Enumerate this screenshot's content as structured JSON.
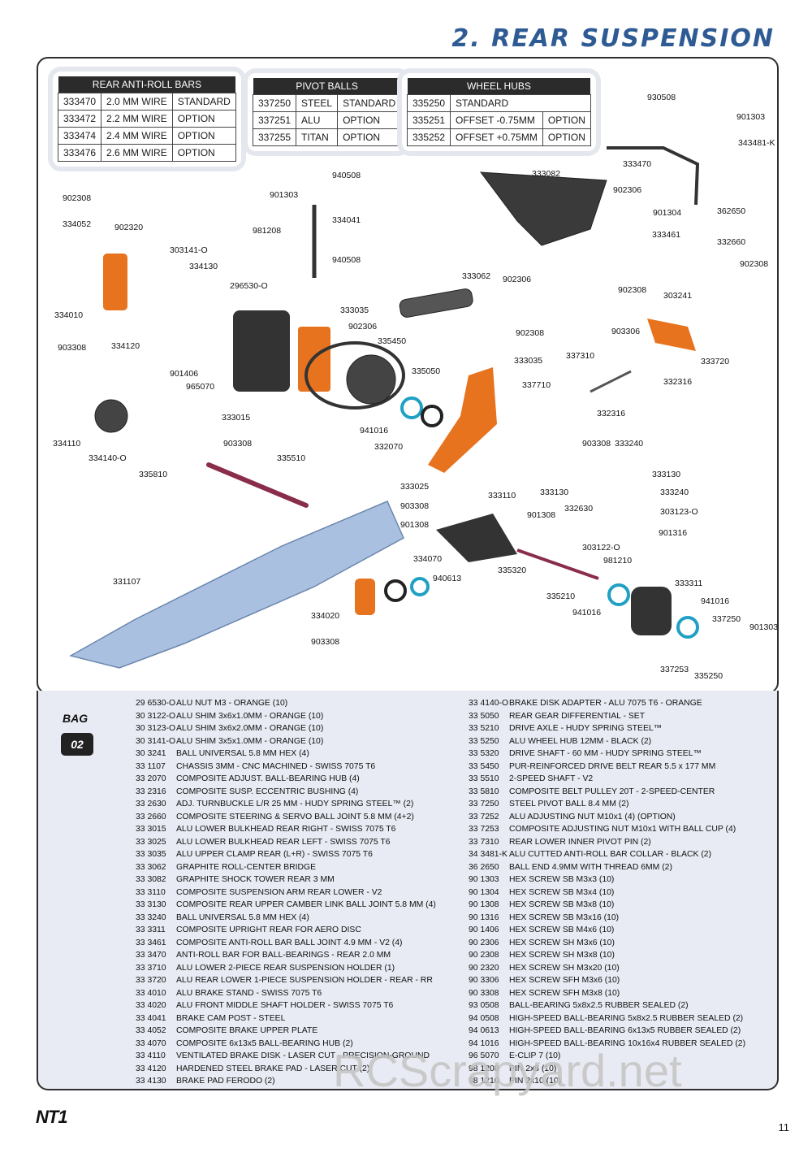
{
  "header": {
    "title": "2. REAR SUSPENSION"
  },
  "tables": {
    "anti_roll_bars": {
      "heading": "REAR ANTI-ROLL BARS",
      "rows": [
        [
          "333470",
          "2.0 MM WIRE",
          "STANDARD"
        ],
        [
          "333472",
          "2.2 MM WIRE",
          "OPTION"
        ],
        [
          "333474",
          "2.4 MM WIRE",
          "OPTION"
        ],
        [
          "333476",
          "2.6 MM WIRE",
          "OPTION"
        ]
      ]
    },
    "pivot_balls": {
      "heading": "PIVOT BALLS",
      "rows": [
        [
          "337250",
          "STEEL",
          "STANDARD"
        ],
        [
          "337251",
          "ALU",
          "OPTION"
        ],
        [
          "337255",
          "TITAN",
          "OPTION"
        ]
      ]
    },
    "wheel_hubs": {
      "heading": "WHEEL HUBS",
      "rows": [
        [
          "335250",
          "STANDARD",
          ""
        ],
        [
          "335251",
          "OFFSET -0.75MM",
          "OPTION"
        ],
        [
          "335252",
          "OFFSET +0.75MM",
          "OPTION"
        ]
      ]
    }
  },
  "callouts": [
    "930508",
    "901303",
    "343481-K",
    "333470",
    "333082",
    "902306",
    "901304",
    "362650",
    "333461",
    "332660",
    "902308",
    "303241",
    "902308",
    "903306",
    "333720",
    "332316",
    "337310",
    "332316",
    "337710",
    "903308",
    "333240",
    "333035",
    "902308",
    "333130",
    "333240",
    "333130",
    "332630",
    "303123-O",
    "901316",
    "303122-O",
    "981210",
    "333311",
    "941016",
    "337250",
    "901303",
    "337253",
    "335250",
    "335210",
    "941016",
    "335320",
    "901308",
    "333110",
    "901308",
    "903308",
    "333025",
    "335510",
    "335050",
    "941016",
    "332070",
    "335450",
    "333035",
    "902306",
    "333062",
    "902306",
    "940508",
    "334041",
    "940508",
    "901303",
    "981208",
    "902308",
    "334052",
    "902320",
    "303141-O",
    "334130",
    "296530-O",
    "334010",
    "903308",
    "334120",
    "901406",
    "965070",
    "334110",
    "334140-O",
    "335810",
    "333015",
    "903308",
    "331107",
    "334070",
    "940613",
    "334020",
    "903308"
  ],
  "bag": {
    "label": "BAG",
    "number": "02"
  },
  "parts_left": [
    [
      "29 6530-O",
      "ALU NUT M3 - ORANGE (10)"
    ],
    [
      "30 3122-O",
      "ALU SHIM 3x6x1.0MM - ORANGE (10)"
    ],
    [
      "30 3123-O",
      "ALU SHIM 3x6x2.0MM - ORANGE (10)"
    ],
    [
      "30 3141-O",
      "ALU SHIM 3x5x1.0MM - ORANGE (10)"
    ],
    [
      "30 3241",
      "BALL UNIVERSAL 5.8 MM HEX (4)"
    ],
    [
      "33 1107",
      "CHASSIS 3MM - CNC MACHINED - SWISS 7075 T6"
    ],
    [
      "33 2070",
      "COMPOSITE ADJUST. BALL-BEARING HUB (4)"
    ],
    [
      "33 2316",
      "COMPOSITE SUSP. ECCENTRIC BUSHING (4)"
    ],
    [
      "33 2630",
      "ADJ. TURNBUCKLE L/R 25 MM - HUDY SPRING STEEL™ (2)"
    ],
    [
      "33 2660",
      "COMPOSITE STEERING & SERVO BALL JOINT 5.8 MM (4+2)"
    ],
    [
      "33 3015",
      "ALU LOWER BULKHEAD REAR RIGHT - SWISS 7075 T6"
    ],
    [
      "33 3025",
      "ALU LOWER BULKHEAD REAR LEFT - SWISS 7075 T6"
    ],
    [
      "33 3035",
      "ALU UPPER CLAMP REAR (L+R) - SWISS 7075 T6"
    ],
    [
      "33 3062",
      "GRAPHITE ROLL-CENTER BRIDGE"
    ],
    [
      "33 3082",
      "GRAPHITE SHOCK TOWER REAR 3 MM"
    ],
    [
      "33 3110",
      "COMPOSITE SUSPENSION ARM REAR LOWER - V2"
    ],
    [
      "33 3130",
      "COMPOSITE REAR UPPER CAMBER LINK BALL JOINT 5.8 MM (4)"
    ],
    [
      "33 3240",
      "BALL UNIVERSAL 5.8 MM HEX (4)"
    ],
    [
      "33 3311",
      "COMPOSITE UPRIGHT REAR FOR AERO DISC"
    ],
    [
      "33 3461",
      "COMPOSITE ANTI-ROLL BAR BALL JOINT 4.9 MM - V2 (4)"
    ],
    [
      "33 3470",
      "ANTI-ROLL BAR FOR BALL-BEARINGS - REAR 2.0 MM"
    ],
    [
      "33 3710",
      "ALU LOWER 2-PIECE REAR SUSPENSION HOLDER (1)"
    ],
    [
      "33 3720",
      "ALU REAR LOWER 1-PIECE SUSPENSION HOLDER - REAR - RR"
    ],
    [
      "33 4010",
      "ALU BRAKE STAND - SWISS 7075 T6"
    ],
    [
      "33 4020",
      "ALU FRONT MIDDLE SHAFT HOLDER - SWISS 7075 T6"
    ],
    [
      "33 4041",
      "BRAKE CAM POST - STEEL"
    ],
    [
      "33 4052",
      "COMPOSITE BRAKE UPPER PLATE"
    ],
    [
      "33 4070",
      "COMPOSITE 6x13x5 BALL-BEARING HUB (2)"
    ],
    [
      "33 4110",
      "VENTILATED BRAKE DISK - LASER CUT - PRECISION-GROUND"
    ],
    [
      "33 4120",
      "HARDENED STEEL BRAKE PAD - LASER CUT (2)"
    ],
    [
      "33 4130",
      "BRAKE PAD FERODO (2)"
    ]
  ],
  "parts_right": [
    [
      "33 4140-O",
      "BRAKE DISK ADAPTER - ALU 7075 T6 - ORANGE"
    ],
    [
      "33 5050",
      "REAR GEAR DIFFERENTIAL - SET"
    ],
    [
      "33 5210",
      "DRIVE AXLE - HUDY SPRING STEEL™"
    ],
    [
      "33 5250",
      "ALU WHEEL HUB 12MM - BLACK (2)"
    ],
    [
      "33 5320",
      "DRIVE SHAFT - 60 MM - HUDY SPRING STEEL™"
    ],
    [
      "33 5450",
      "PUR-REINFORCED DRIVE BELT REAR 5.5 x 177 MM"
    ],
    [
      "33 5510",
      "2-SPEED SHAFT - V2"
    ],
    [
      "33 5810",
      "COMPOSITE BELT PULLEY 20T - 2-SPEED-CENTER"
    ],
    [
      "33 7250",
      "STEEL PIVOT BALL 8.4 MM (2)"
    ],
    [
      "33 7252",
      "ALU ADJUSTING NUT M10x1 (4) (OPTION)"
    ],
    [
      "33 7253",
      "COMPOSITE ADJUSTING NUT M10x1 WITH BALL CUP (4)"
    ],
    [
      "33 7310",
      "REAR LOWER INNER PIVOT PIN (2)"
    ],
    [
      "34 3481-K",
      "ALU CUTTED ANTI-ROLL BAR COLLAR - BLACK (2)"
    ],
    [
      "36 2650",
      "BALL END 4.9MM WITH THREAD 6MM (2)"
    ],
    [
      "90 1303",
      "HEX SCREW SB M3x3  (10)"
    ],
    [
      "90 1304",
      "HEX SCREW SB M3x4  (10)"
    ],
    [
      "90 1308",
      "HEX SCREW SB M3x8  (10)"
    ],
    [
      "90 1316",
      "HEX SCREW SB M3x16  (10)"
    ],
    [
      "90 1406",
      "HEX SCREW SB M4x6  (10)"
    ],
    [
      "90 2306",
      "HEX SCREW SH M3x6  (10)"
    ],
    [
      "90 2308",
      "HEX SCREW SH M3x8  (10)"
    ],
    [
      "90 2320",
      "HEX SCREW SH M3x20  (10)"
    ],
    [
      "90 3306",
      "HEX SCREW SFH M3x6  (10)"
    ],
    [
      "90 3308",
      "HEX SCREW SFH M3x8  (10)"
    ],
    [
      "93 0508",
      "BALL-BEARING 5x8x2.5 RUBBER SEALED  (2)"
    ],
    [
      "94 0508",
      "HIGH-SPEED BALL-BEARING 5x8x2.5 RUBBER SEALED  (2)"
    ],
    [
      "94 0613",
      "HIGH-SPEED BALL-BEARING 6x13x5 RUBBER SEALED  (2)"
    ],
    [
      "94 1016",
      "HIGH-SPEED BALL-BEARING 10x16x4 RUBBER SEALED  (2)"
    ],
    [
      "96 5070",
      "E-CLIP 7  (10)"
    ],
    [
      "98 1208",
      "PIN 2x8  (10)"
    ],
    [
      "98 1210",
      "PIN 2x10  (10)"
    ]
  ],
  "watermark": "RCScrapyard.net",
  "footer": {
    "logo": "NT1",
    "page_number": "11"
  },
  "colors": {
    "title": "#2f5b95",
    "orange_part": "#e8731e",
    "chassis": "#a9c0e0",
    "panel_bg": "#e8ebf3"
  }
}
